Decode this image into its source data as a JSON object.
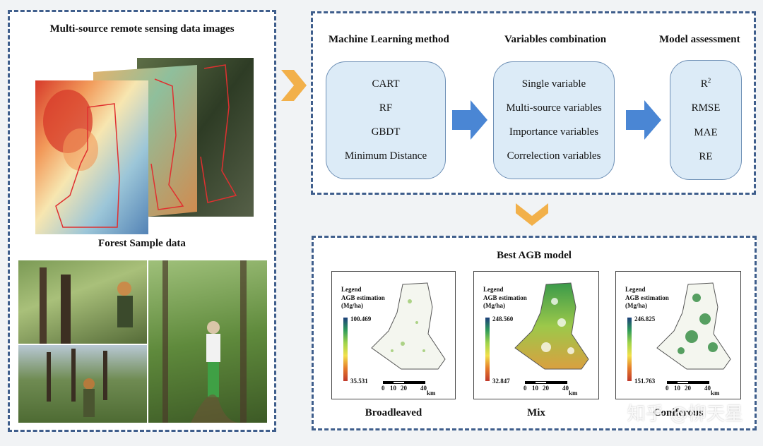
{
  "left_panel": {
    "title": "Multi-source remote sensing data images",
    "subtitle": "Forest Sample data"
  },
  "workflow": {
    "ml": {
      "title": "Machine Learning method",
      "items": [
        "CART",
        "RF",
        "GBDT",
        "Minimum Distance"
      ]
    },
    "vars": {
      "title": "Variables combination",
      "items": [
        "Single variable",
        "Multi-source variables",
        "Importance variables",
        "Correlection variables"
      ]
    },
    "assess": {
      "title": "Model assessment",
      "r2_base": "R",
      "r2_sup": "2",
      "items": [
        "RMSE",
        "MAE",
        "RE"
      ]
    }
  },
  "best": {
    "title": "Best AGB model",
    "maps": [
      {
        "legend": "Legend",
        "est": "AGB estimation",
        "unit": "(Mg/ha)",
        "max": "100.469",
        "min": "35.531",
        "caption": "Broadleaved"
      },
      {
        "legend": "Legend",
        "est": "AGB estimation",
        "unit": "(Mg/ha)",
        "max": "248.560",
        "min": "32.847",
        "caption": "Mix"
      },
      {
        "legend": "Legend",
        "est": "AGB estimation",
        "unit": "(Mg/ha)",
        "max": "246.825",
        "min": "151.763",
        "caption": "Coniferous"
      }
    ],
    "scale_ticks": [
      "0",
      "10",
      "20",
      "40"
    ],
    "scale_unit": "km"
  },
  "watermark": "知乎 @柳天星",
  "colors": {
    "frame": "#3f5e8c",
    "box_fill": "#dcebf7",
    "arrow_blue": "#4a86d4",
    "arrow_orange": "#f2b04a",
    "boundary": "#e03030"
  }
}
